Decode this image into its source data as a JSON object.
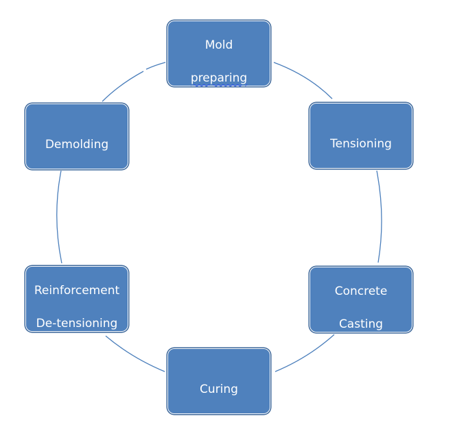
{
  "diagram": {
    "type": "cycle",
    "colors": {
      "node_fill": "#4f81bd",
      "node_border": "#3a6598",
      "node_inner_border": "#ffffff",
      "connector": "#4a7ebb",
      "node_text": "#ffffff",
      "spellcheck_underline": "#3355ee"
    },
    "nodes": [
      {
        "id": "mold-preparing",
        "line1": "Mold",
        "line2": "preparing",
        "line2_spellcheck_flag": true
      },
      {
        "id": "tensioning",
        "line1": "Tensioning",
        "line2": ""
      },
      {
        "id": "concrete-casting",
        "line1": "Concrete",
        "line2": "Casting"
      },
      {
        "id": "curing",
        "line1": "Curing",
        "line2": ""
      },
      {
        "id": "reinforcement-de-tensioning",
        "line1": "Reinforcement",
        "line2": "De-tensioning"
      },
      {
        "id": "demolding",
        "line1": "Demolding",
        "line2": ""
      }
    ]
  }
}
